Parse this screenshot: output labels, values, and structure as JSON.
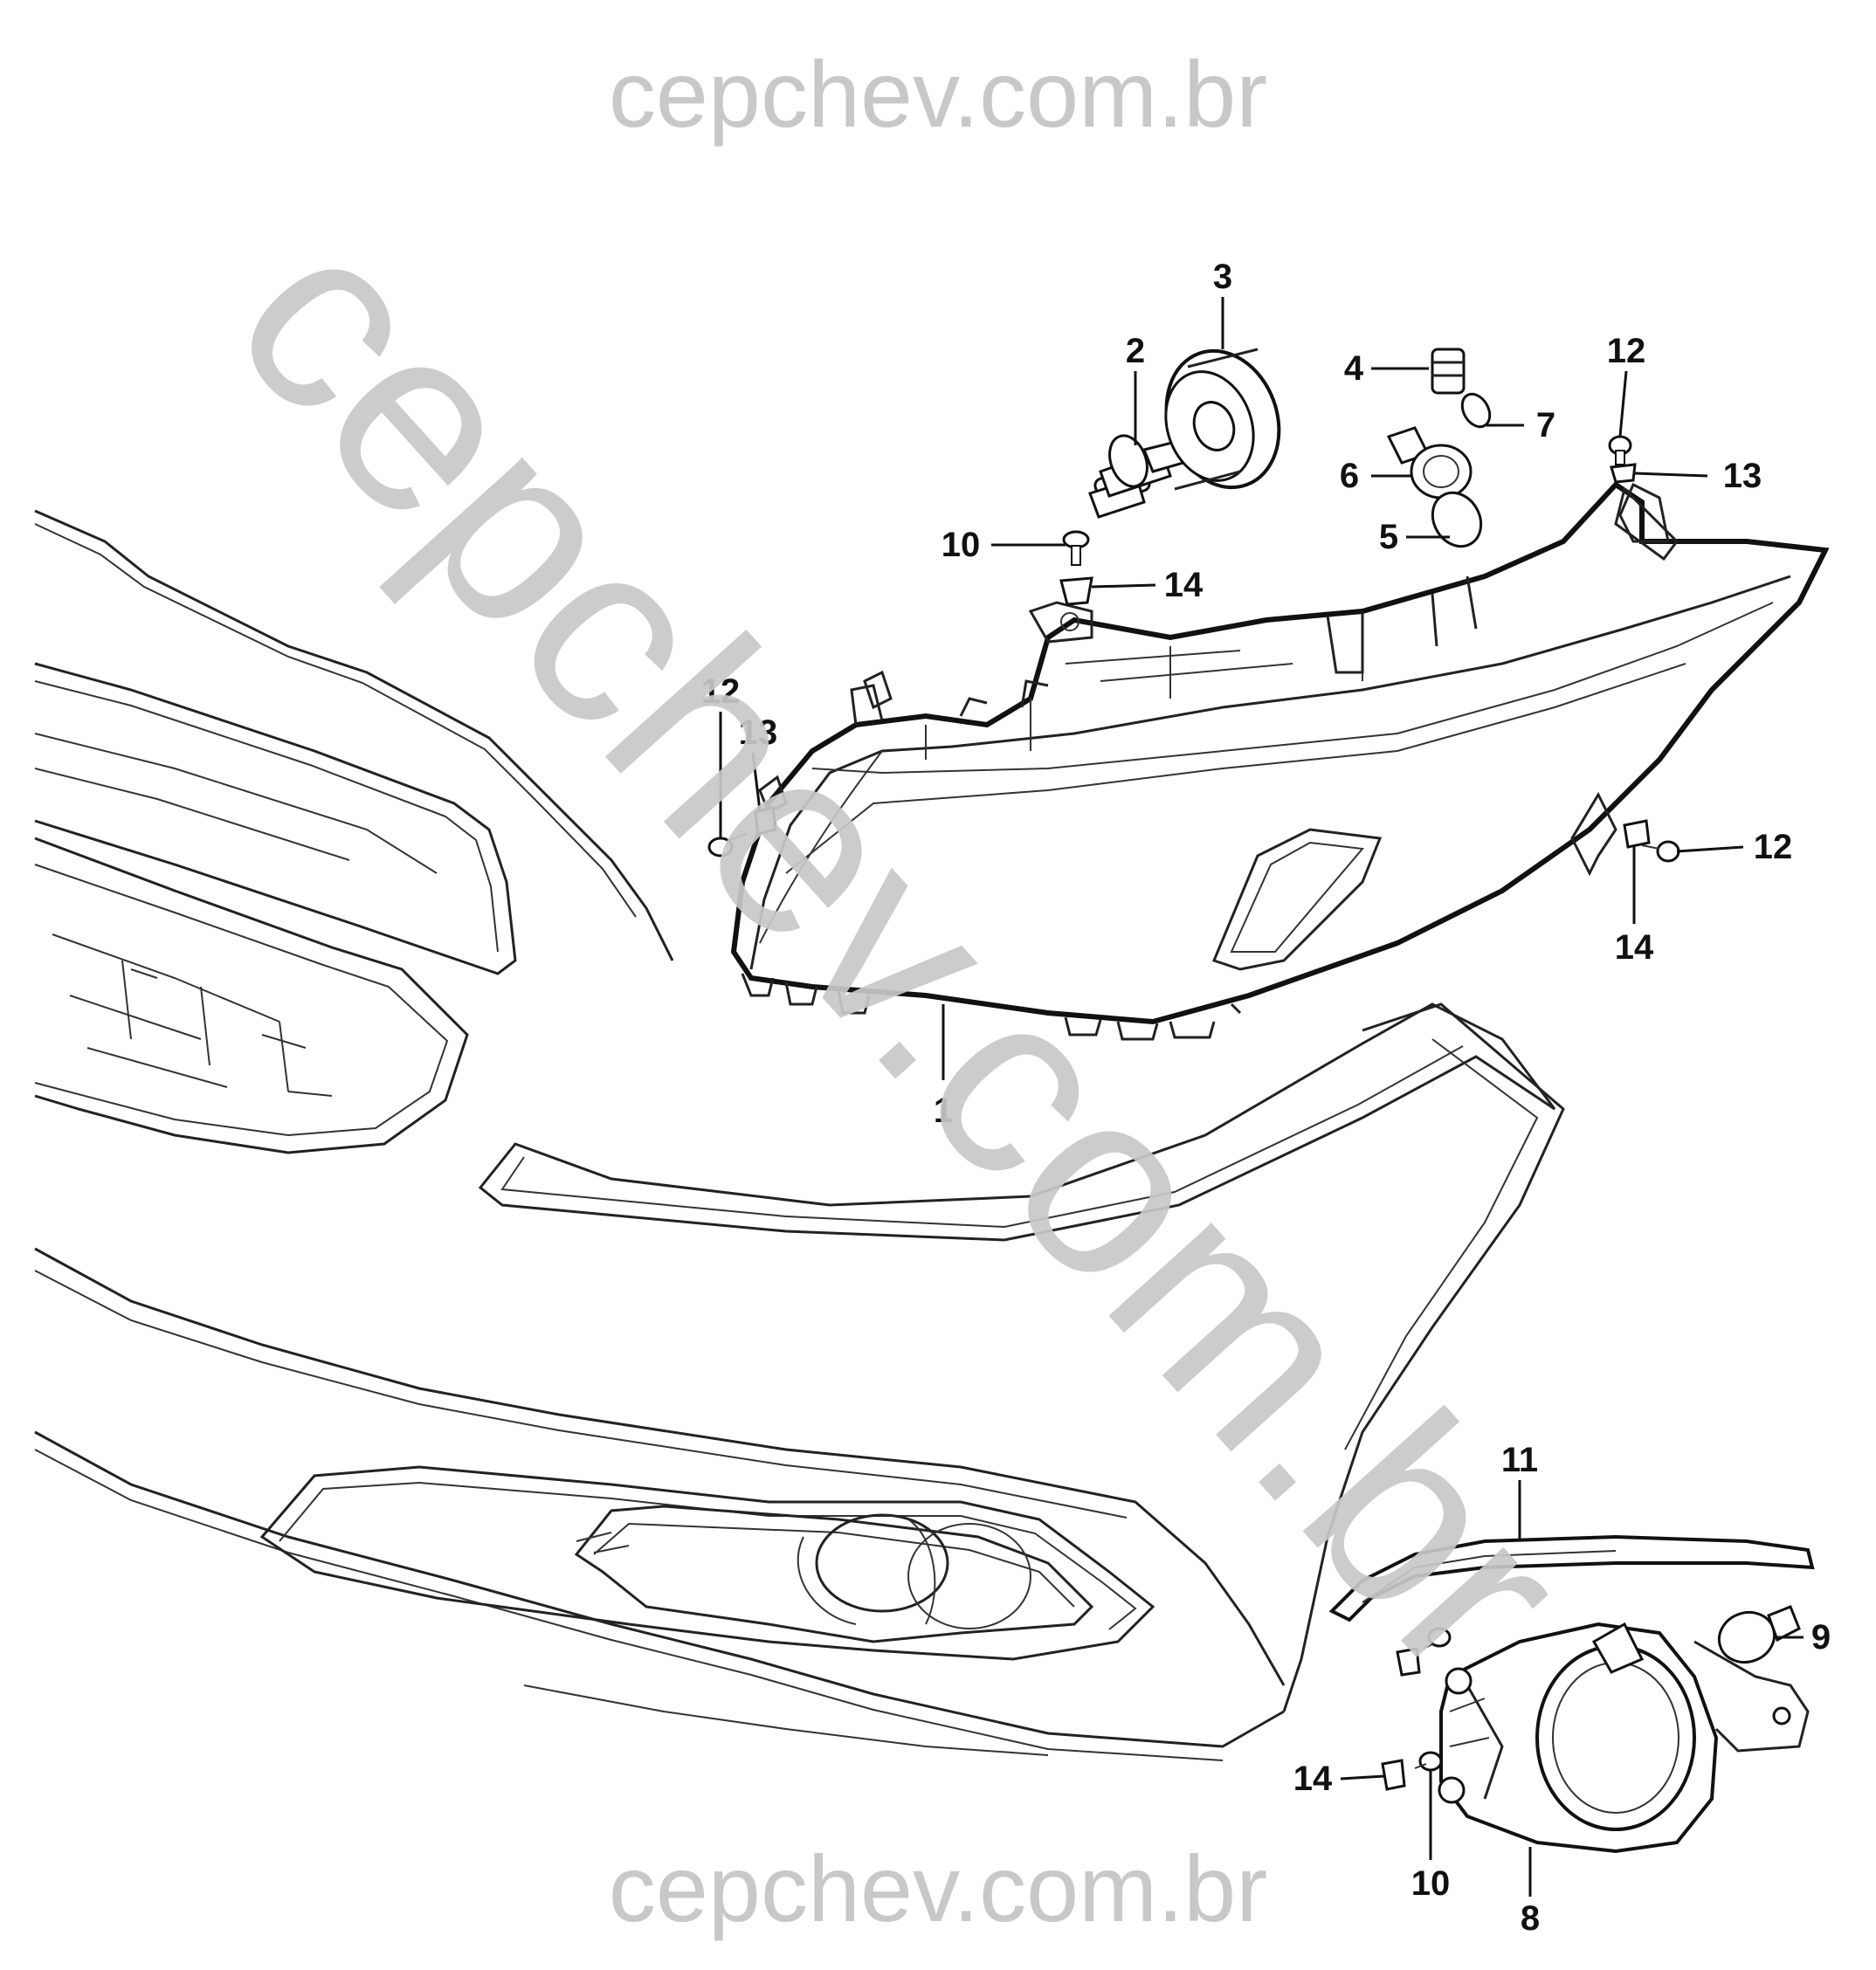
{
  "watermarks": {
    "top": "cepchev.com.br",
    "diagonal": "cepchev.com.br",
    "bottom": "cepchev.com.br"
  },
  "callouts": [
    {
      "id": "c1",
      "label": "1"
    },
    {
      "id": "c2",
      "label": "2"
    },
    {
      "id": "c3",
      "label": "3"
    },
    {
      "id": "c4",
      "label": "4"
    },
    {
      "id": "c5",
      "label": "5"
    },
    {
      "id": "c6",
      "label": "6"
    },
    {
      "id": "c7",
      "label": "7"
    },
    {
      "id": "c8",
      "label": "8"
    },
    {
      "id": "c9",
      "label": "9"
    },
    {
      "id": "c10a",
      "label": "10"
    },
    {
      "id": "c10b",
      "label": "10"
    },
    {
      "id": "c11",
      "label": "11"
    },
    {
      "id": "c12a",
      "label": "12"
    },
    {
      "id": "c12b",
      "label": "12"
    },
    {
      "id": "c12c",
      "label": "12"
    },
    {
      "id": "c13a",
      "label": "13"
    },
    {
      "id": "c13b",
      "label": "13"
    },
    {
      "id": "c14a",
      "label": "14"
    },
    {
      "id": "c14b",
      "label": "14"
    },
    {
      "id": "c14c",
      "label": "14"
    }
  ]
}
